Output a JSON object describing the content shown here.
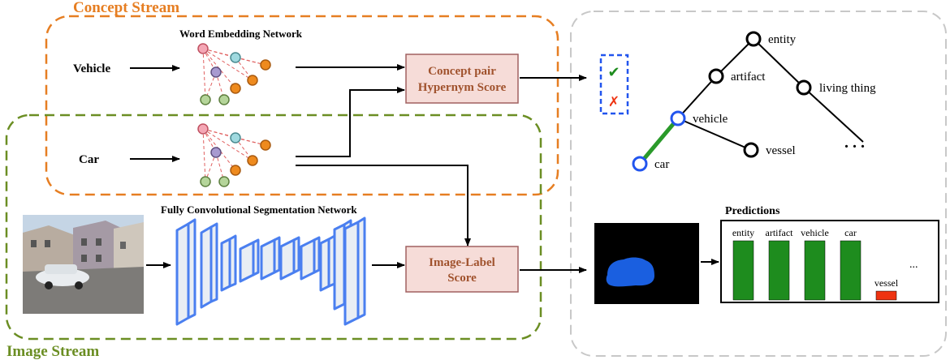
{
  "streams": {
    "concept": {
      "label": "Concept Stream",
      "color": "#e67e22"
    },
    "image": {
      "label": "Image Stream",
      "color": "#6b8e23"
    }
  },
  "word_embedding": {
    "title": "Word Embedding Network"
  },
  "inputs": {
    "word1": "Vehicle",
    "word2": "Car"
  },
  "segmentation": {
    "title": "Fully Convolutional Segmentation Network"
  },
  "scores": {
    "concept_pair": {
      "line1": "Concept pair",
      "line2": "Hypernym Score"
    },
    "image_label": {
      "line1": "Image-Label",
      "line2": "Score"
    }
  },
  "hierarchy": {
    "nodes": [
      "entity",
      "artifact",
      "living thing",
      "vehicle",
      "vessel",
      "car"
    ],
    "ellipsis": ". . .",
    "highlight_color": "#2255ee",
    "path_color": "#2a9a2a"
  },
  "checkbox": {
    "check": "✔",
    "cross": "✗"
  },
  "predictions": {
    "title": "Predictions",
    "bars": [
      {
        "label": "entity",
        "value": 1.0,
        "color": "#1e8c1e"
      },
      {
        "label": "artifact",
        "value": 1.0,
        "color": "#1e8c1e"
      },
      {
        "label": "vehicle",
        "value": 1.0,
        "color": "#1e8c1e"
      },
      {
        "label": "car",
        "value": 1.0,
        "color": "#1e8c1e"
      },
      {
        "label": "vessel",
        "value": 0.15,
        "color": "#ee3311"
      }
    ],
    "ellipsis": "..."
  }
}
